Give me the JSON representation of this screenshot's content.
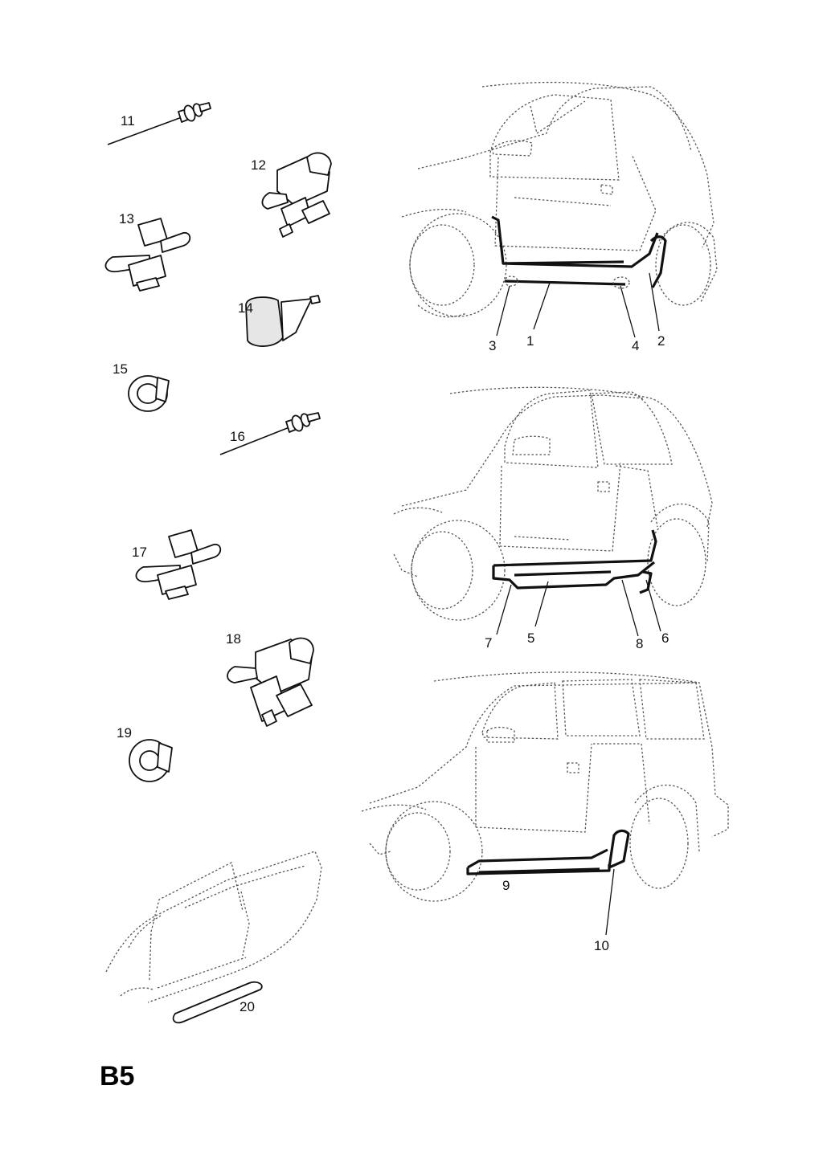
{
  "diagram": {
    "page_code": "B5",
    "callouts": {
      "c1": "1",
      "c2": "2",
      "c3": "3",
      "c4": "4",
      "c5": "5",
      "c6": "6",
      "c7": "7",
      "c8": "8",
      "c9": "9",
      "c10": "10",
      "c11": "11",
      "c12": "12",
      "c13": "13",
      "c14": "14",
      "c15": "15",
      "c16": "16",
      "c17": "17",
      "c18": "18",
      "c19": "19",
      "c20": "20"
    }
  }
}
